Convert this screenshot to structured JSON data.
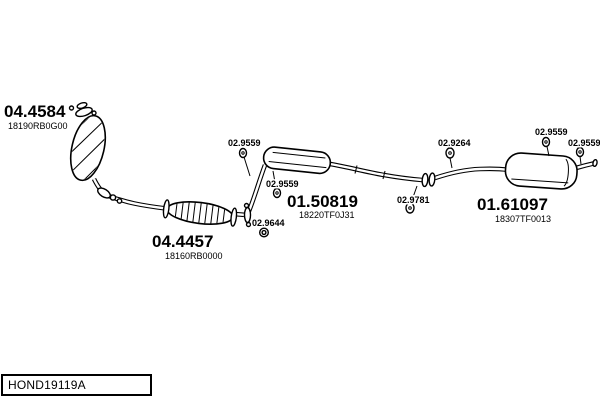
{
  "diagram_code": "HOND19119A",
  "parts": [
    {
      "id": "04.4584",
      "ref": "18190RB0G00"
    },
    {
      "id": "04.4457",
      "ref": "18160RB0000"
    },
    {
      "id": "01.50819",
      "ref": "18220TF0J31"
    },
    {
      "id": "01.61097",
      "ref": "18307TF0013"
    }
  ],
  "fittings": [
    {
      "id": "02.9559"
    },
    {
      "id": "02.9559"
    },
    {
      "id": "02.9644"
    },
    {
      "id": "02.9781"
    },
    {
      "id": "02.9264"
    },
    {
      "id": "02.9559"
    },
    {
      "id": "02.9559"
    }
  ]
}
